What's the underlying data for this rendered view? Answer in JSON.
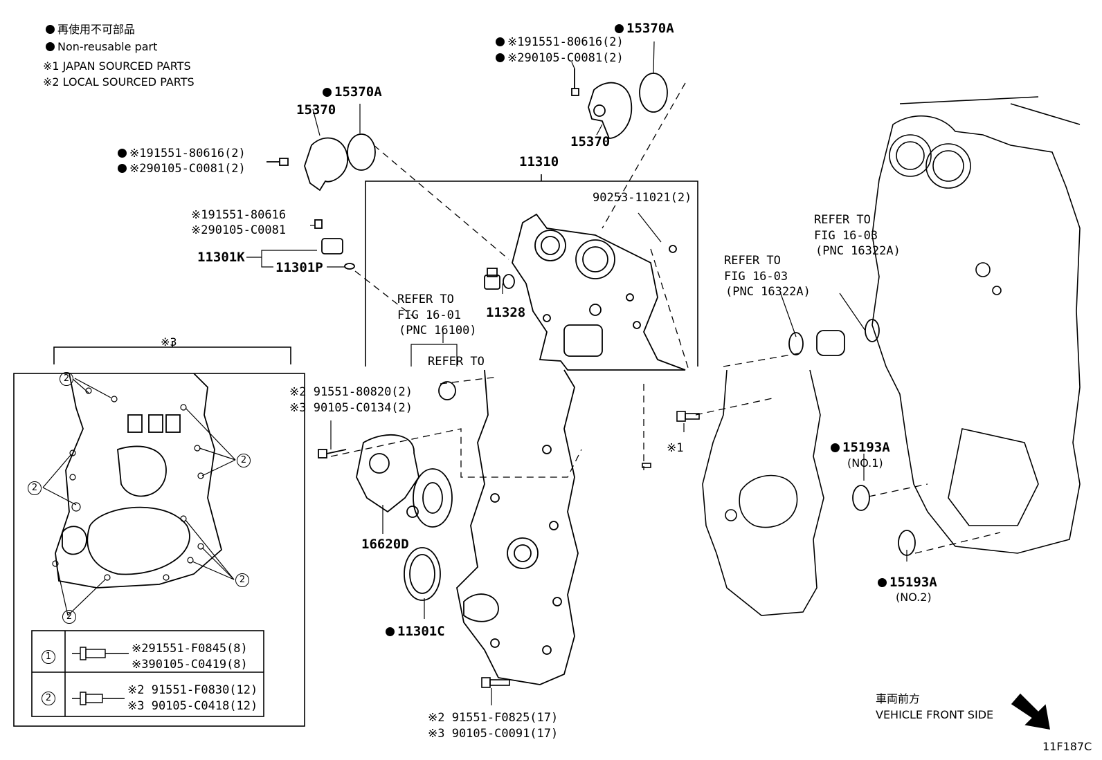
{
  "legend": {
    "nonreusable_jp": "再使用不可部品",
    "nonreusable_en": "Non-reusable part",
    "note1": "※1 JAPAN SOURCED PARTS",
    "note2": "※2 LOCAL SOURCED PARTS"
  },
  "callouts": {
    "c15370A_top": "15370A",
    "c15370A_left": "15370A",
    "c15370_left": "15370",
    "c15370_top": "15370",
    "top_bolt_1": "※191551-80616(2)",
    "top_bolt_2": "※290105-C0081(2)",
    "left_bolt_1": "※191551-80616(2)",
    "left_bolt_2": "※290105-C0081(2)",
    "sensor_bolt_1": "※191551-80616",
    "sensor_bolt_2": "※290105-C0081",
    "c11301K": "11301K",
    "c11301P": "11301P",
    "c11310": "11310",
    "c90253": "90253-11021(2)",
    "c11328": "11328",
    "refer_1601_a": "REFER TO",
    "refer_1601_b": "FIG 16-01",
    "refer_1601_c": "(PNC 16100)",
    "refer_to_small": "REFER TO",
    "refer_1603a_a": "REFER TO",
    "refer_1603a_b": "FIG 16-03",
    "refer_1603a_c": "(PNC 16322A)",
    "refer_1603b_a": "REFER TO",
    "refer_1603b_b": "FIG 16-03",
    "refer_1603b_c": "(PNC 16322A)",
    "tensioner_bolt_1": "※2 91551-80820(2)",
    "tensioner_bolt_2": "※3 90105-C0134(2)",
    "c16620D": "16620D",
    "c11301C": "11301C",
    "c15193A_1": "15193A",
    "no1": "(NO.1)",
    "c15193A_2": "15193A",
    "no2": "(NO.2)",
    "note_x1": "※1",
    "bottom_bolt_1": "※2 91551-F0825(17)",
    "bottom_bolt_2": "※3 90105-C0091(17)",
    "front_jp": "車両前方",
    "front_en": "VEHICLE FRONT SIDE",
    "fig_code": "11F187C"
  },
  "inset": {
    "title": "※3",
    "marker_1": "1",
    "marker_2": "2",
    "rows": [
      {
        "marker": "1",
        "line1": "※291551-F0845(8)",
        "line2": "※390105-C0419(8)"
      },
      {
        "marker": "2",
        "line1": "※2 91551-F0830(12)",
        "line2": "※3 90105-C0418(12)"
      }
    ]
  }
}
